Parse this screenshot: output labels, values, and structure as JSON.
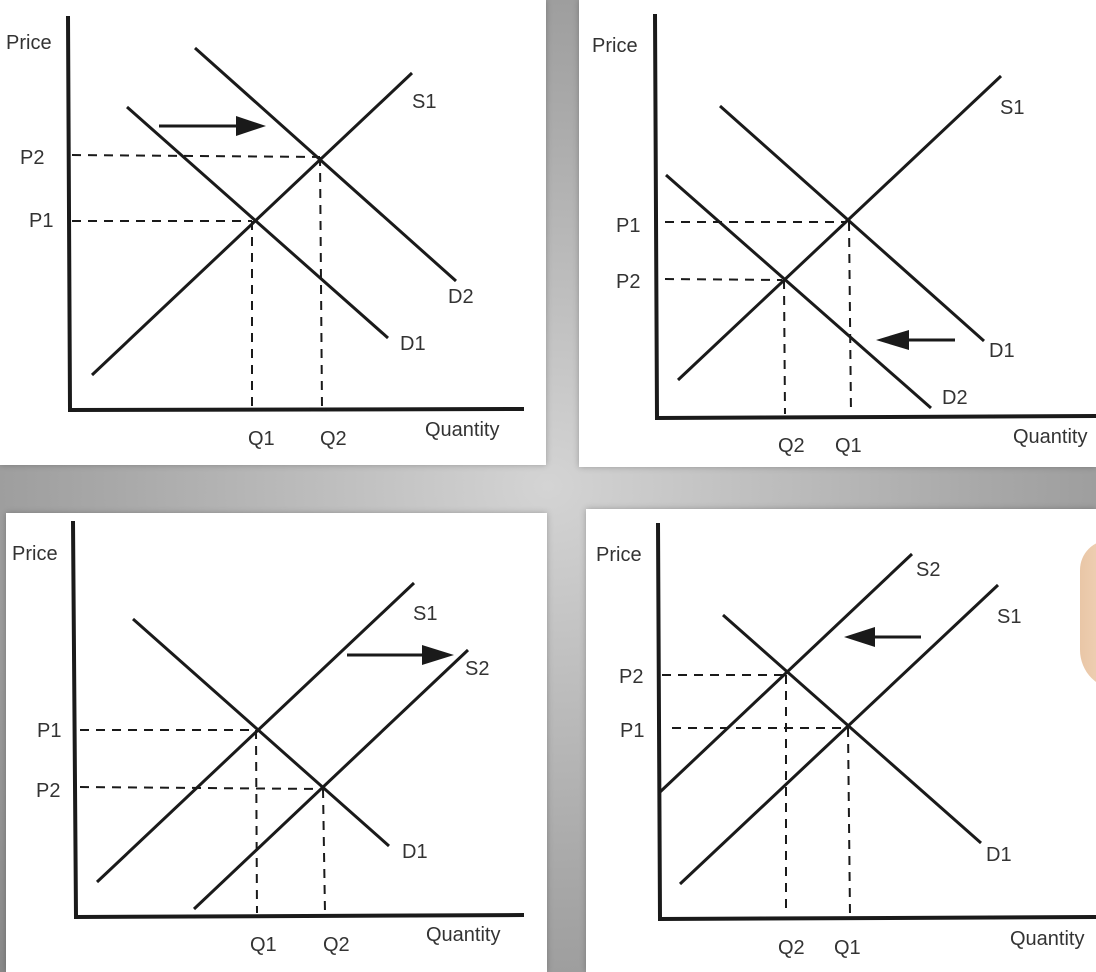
{
  "diagrams": [
    {
      "price_label": "Price",
      "quantity_label": "Quantity",
      "p_labels": [
        "P2",
        "P1"
      ],
      "q_labels": [
        "Q1",
        "Q2"
      ],
      "curve_labels": [
        "S1",
        "D2",
        "D1"
      ]
    },
    {
      "price_label": "Price",
      "quantity_label": "Quantity",
      "p_labels": [
        "P1",
        "P2"
      ],
      "q_labels": [
        "Q2",
        "Q1"
      ],
      "curve_labels": [
        "S1",
        "D1",
        "D2"
      ]
    },
    {
      "price_label": "Price",
      "quantity_label": "Quantity",
      "p_labels": [
        "P1",
        "P2"
      ],
      "q_labels": [
        "Q1",
        "Q2"
      ],
      "curve_labels": [
        "S1",
        "S2",
        "D1"
      ]
    },
    {
      "price_label": "Price",
      "quantity_label": "Quantity",
      "p_labels": [
        "P2",
        "P1"
      ],
      "q_labels": [
        "Q2",
        "Q1"
      ],
      "curve_labels": [
        "S2",
        "S1",
        "D1"
      ]
    }
  ],
  "colors": {
    "line": "#1a1a1a",
    "panel": "#ffffff",
    "background": "#a9a9a9"
  }
}
